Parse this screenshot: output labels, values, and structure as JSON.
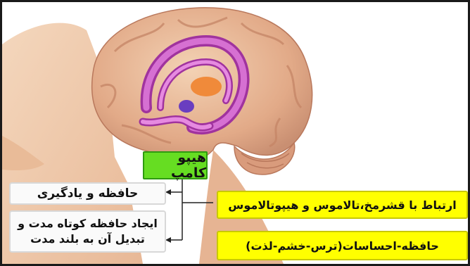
{
  "labels": {
    "hippocampus": "هیپو کامپ",
    "memory_learning": "حافظه و یادگیری",
    "short_to_long": "ایجاد حافظه کوتاه مدت و\nتبدیل آن به بلند مدت",
    "connection": "ارتباط با قشرمخ،تالاموس و هیپوتالاموس",
    "emotional_memory": "حافظه-احساسات(ترس-خشم-لذت)"
  }
}
